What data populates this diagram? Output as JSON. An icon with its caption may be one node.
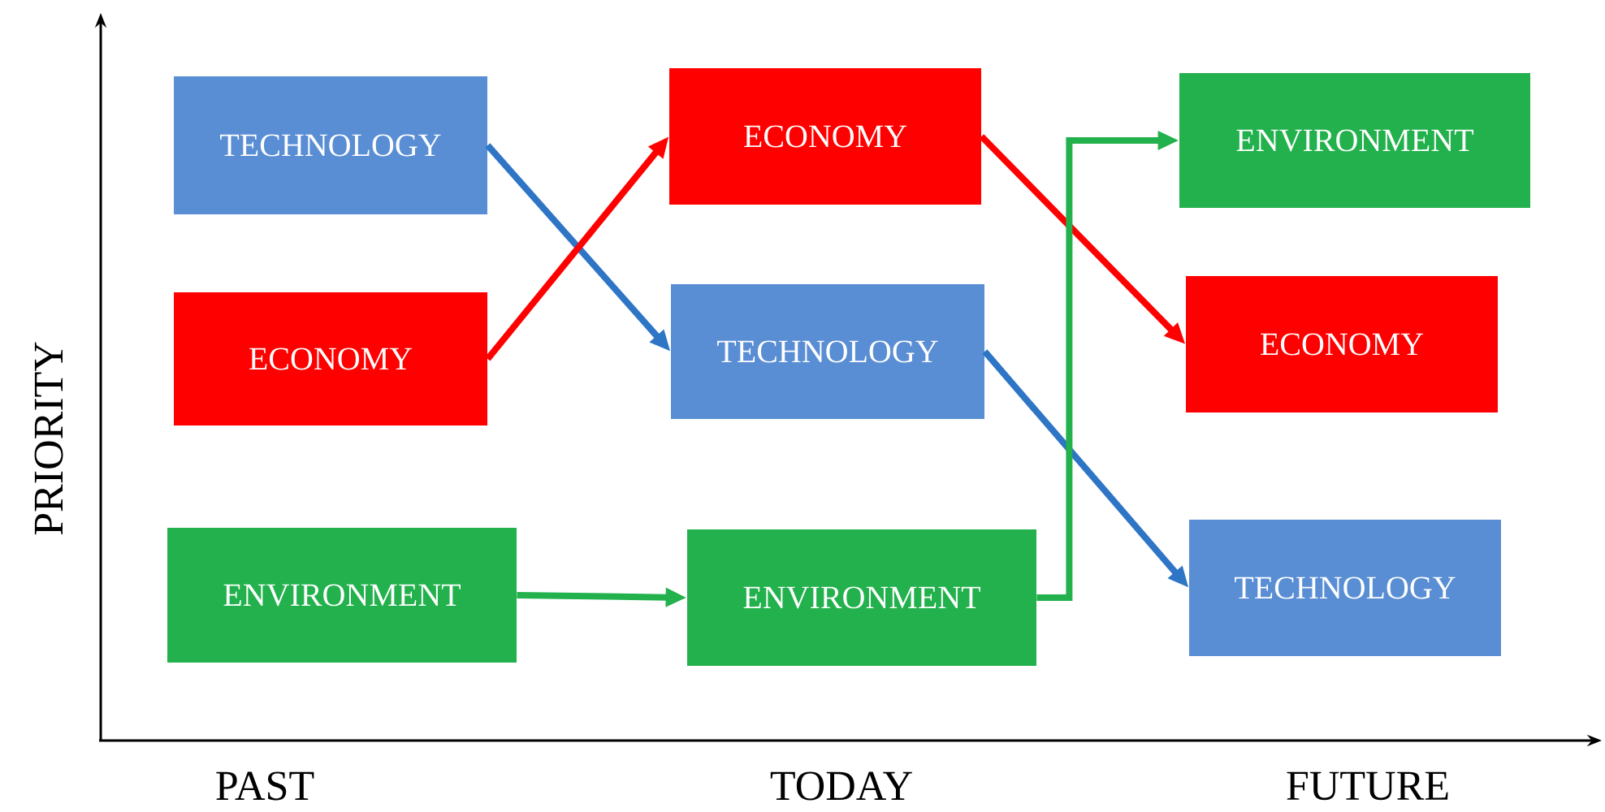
{
  "diagram": {
    "nodes": [
      {
        "text": [
          "TECHNOLOGY"
        ]
      },
      {
        "text": [
          "ECONOMY"
        ]
      },
      {
        "text": [
          "ENVIRONMENT"
        ]
      },
      {
        "text": [
          "ECONOMY"
        ]
      },
      {
        "text": [
          "TECHNOLOGY"
        ]
      },
      {
        "text": [
          "ENVIRONMENT"
        ]
      },
      {
        "text": [
          "ENVIRONMENT"
        ]
      },
      {
        "text": [
          "ECONOMY"
        ]
      },
      {
        "text": [
          "TECHNOLOGY"
        ]
      }
    ],
    "edges": [
      {
        "from": 0,
        "to": 4,
        "arrow": "to",
        "color": "#2e75c6"
      },
      {
        "from": 1,
        "to": 3,
        "arrow": "to",
        "color": "#ff0000"
      },
      {
        "from": 2,
        "to": 5,
        "arrow": "to",
        "color": "#22b14c"
      },
      {
        "from": 3,
        "to": 7,
        "arrow": "to",
        "color": "#ff0000"
      },
      {
        "from": 4,
        "to": 8,
        "arrow": "to",
        "color": "#2e75c6"
      },
      {
        "from": 5,
        "to": 6,
        "arrow": "to",
        "color": "#22b14c"
      }
    ],
    "labels": [
      "PRIORITY",
      "PAST",
      "TODAY",
      "FUTURE"
    ]
  }
}
